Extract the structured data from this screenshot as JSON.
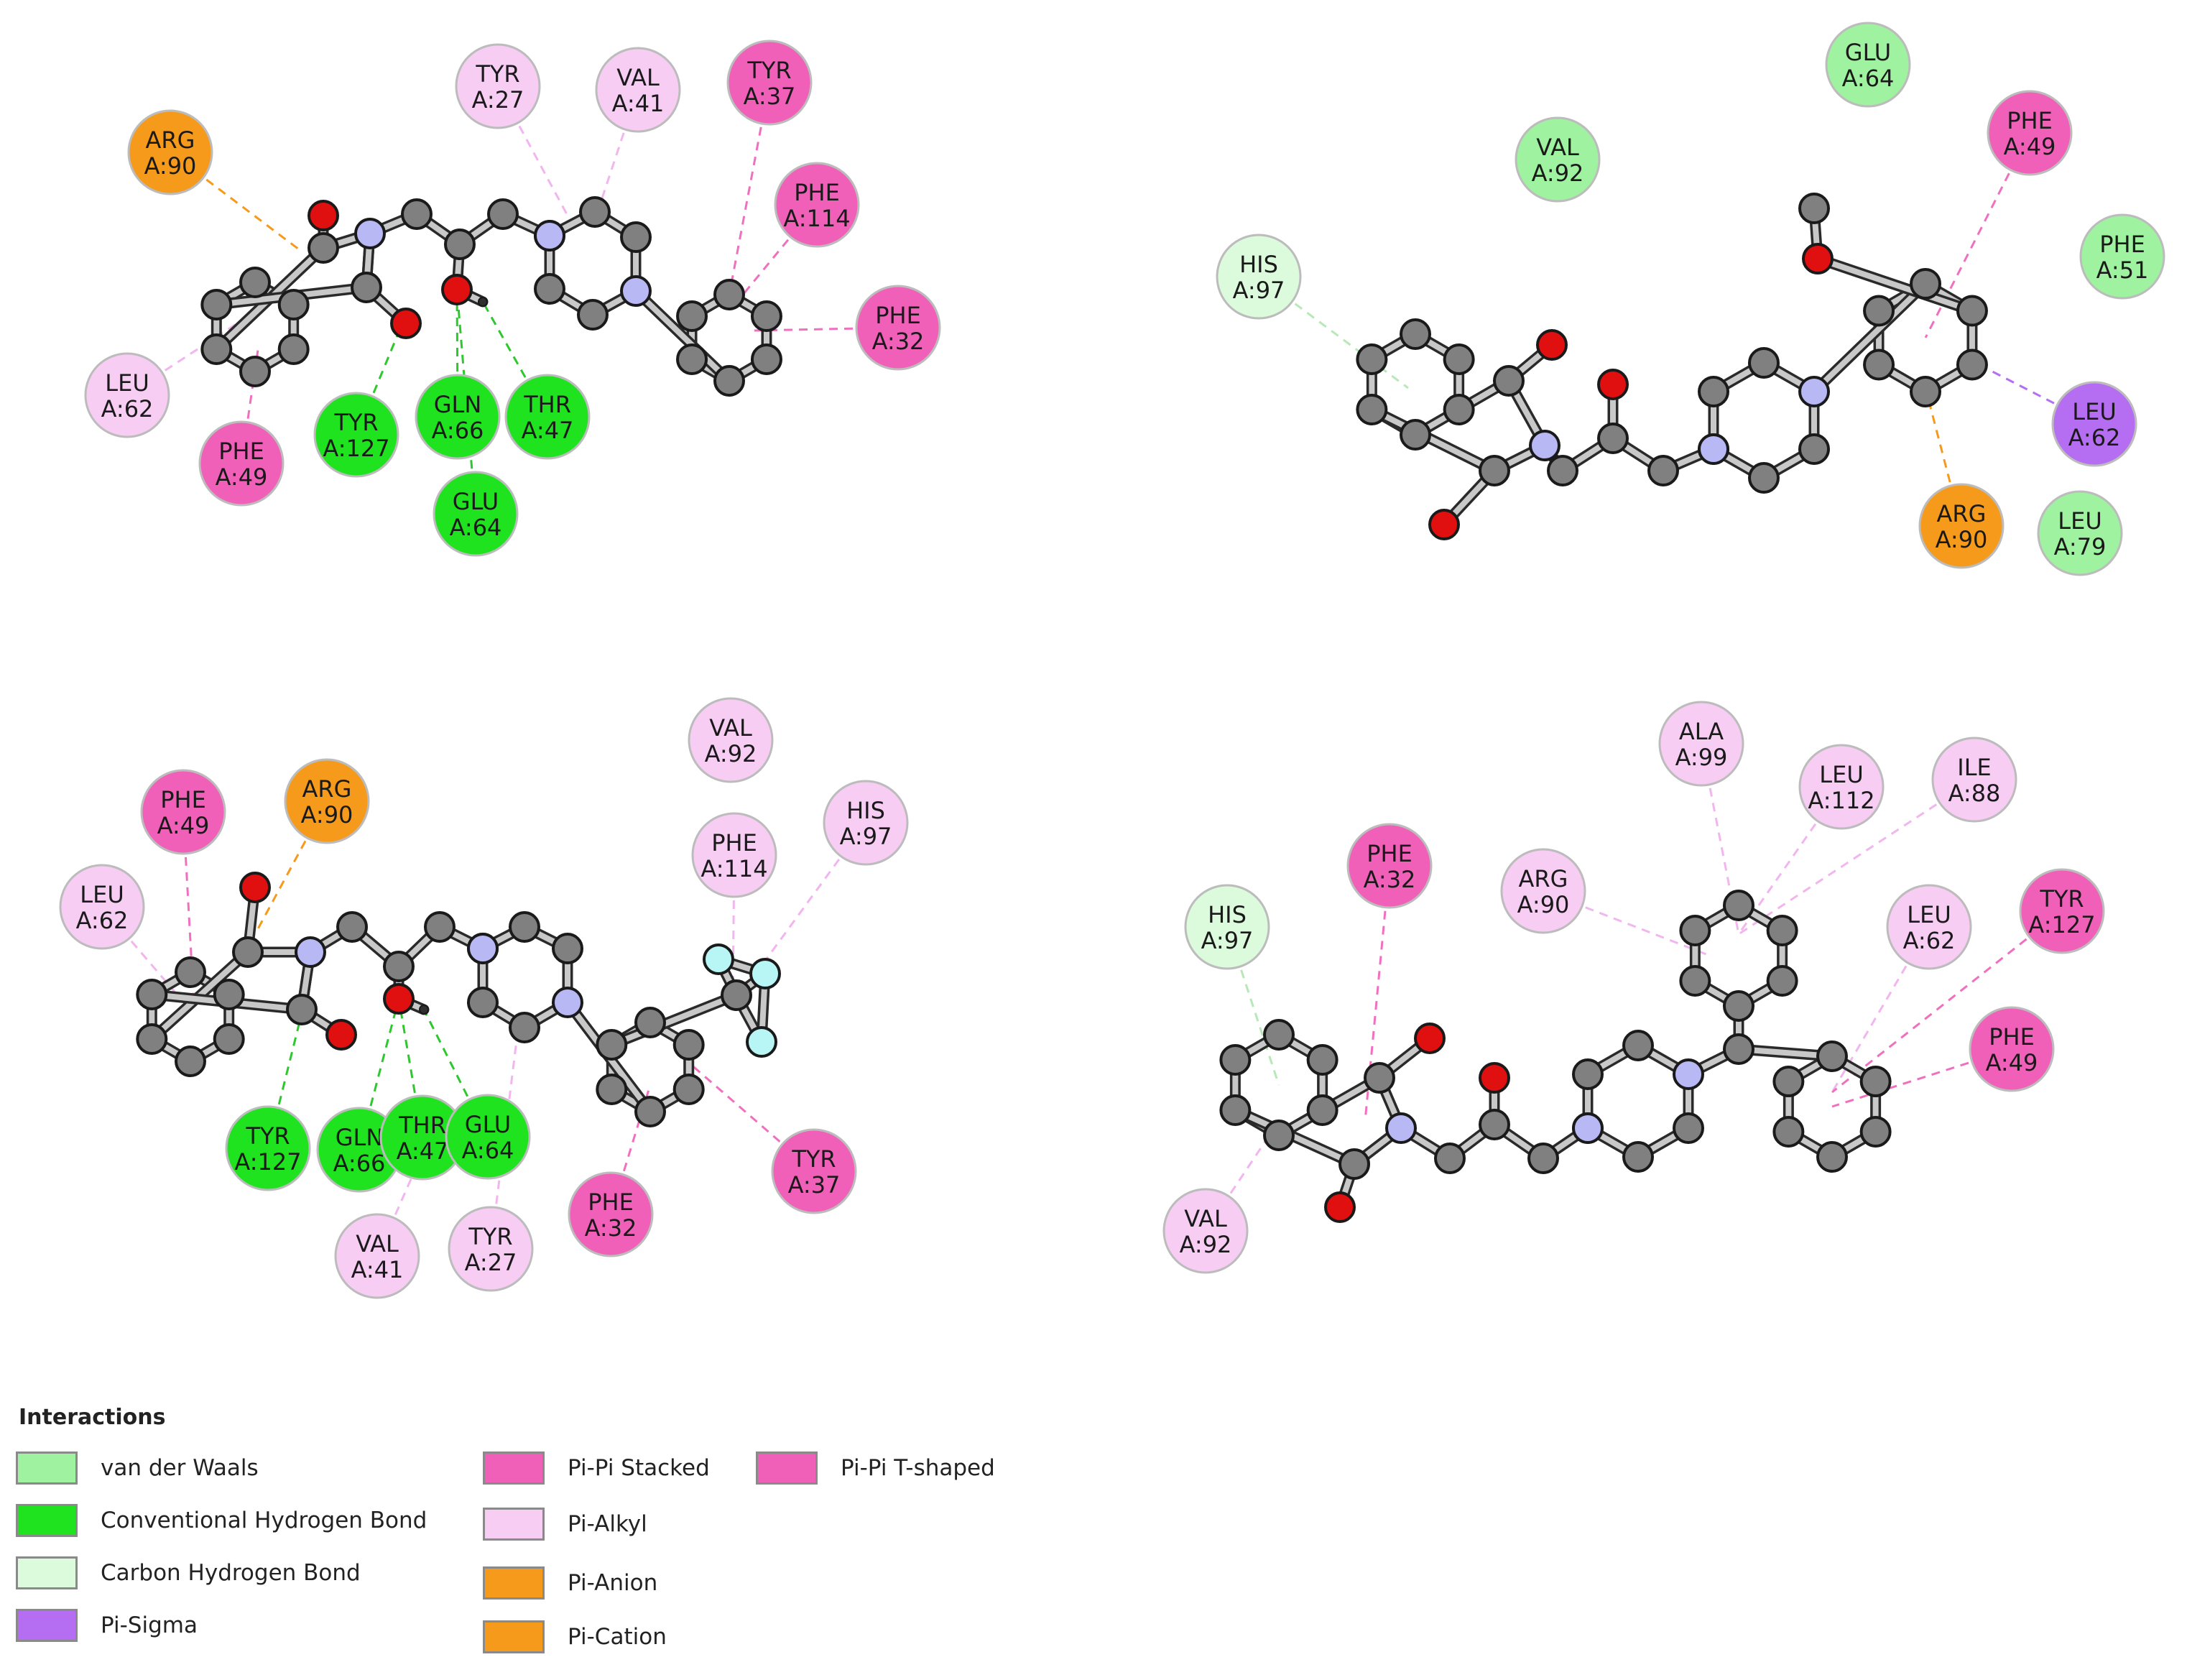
{
  "colors": {
    "van_der_waals": "#9ff29f",
    "conventional_hbond": "#1fe31f",
    "carbon_hbond": "#dcfadc",
    "pi_sigma": "#b56df2",
    "pi_pi_stacked": "#f060b8",
    "pi_pi_tshaped": "#f060b8",
    "pi_alkyl": "#f7cdf4",
    "pi_anion": "#f59a1a",
    "pi_cation": "#f59a1a",
    "carbon_atom": "#808080",
    "nitrogen_atom": "#b8b8f5",
    "oxygen_atom": "#e01010",
    "fluorine_atom": "#b8f5f5",
    "hydrogen_atom": "#303030"
  },
  "legend": {
    "title": "Interactions",
    "items": [
      {
        "key": "van_der_waals",
        "label": "van der Waals"
      },
      {
        "key": "conventional_hbond",
        "label": "Conventional Hydrogen Bond"
      },
      {
        "key": "carbon_hbond",
        "label": "Carbon Hydrogen Bond"
      },
      {
        "key": "pi_sigma",
        "label": "Pi-Sigma"
      },
      {
        "key": "pi_pi_stacked",
        "label": "Pi-Pi Stacked"
      },
      {
        "key": "pi_alkyl",
        "label": "Pi-Alkyl"
      },
      {
        "key": "pi_anion",
        "label": "Pi-Anion"
      },
      {
        "key": "pi_cation",
        "label": "Pi-Cation"
      },
      {
        "key": "pi_pi_tshaped",
        "label": "Pi-Pi T-shaped"
      }
    ]
  },
  "panels": [
    {
      "residues": [
        {
          "name": "ARG",
          "id": "A:90",
          "type": "pi_anion"
        },
        {
          "name": "TYR",
          "id": "A:27",
          "type": "pi_alkyl"
        },
        {
          "name": "VAL",
          "id": "A:41",
          "type": "pi_alkyl"
        },
        {
          "name": "TYR",
          "id": "A:37",
          "type": "pi_pi_tshaped"
        },
        {
          "name": "PHE",
          "id": "A:114",
          "type": "pi_pi_tshaped"
        },
        {
          "name": "PHE",
          "id": "A:32",
          "type": "pi_pi_tshaped"
        },
        {
          "name": "LEU",
          "id": "A:62",
          "type": "pi_alkyl"
        },
        {
          "name": "PHE",
          "id": "A:49",
          "type": "pi_pi_stacked"
        },
        {
          "name": "TYR",
          "id": "A:127",
          "type": "conventional_hbond"
        },
        {
          "name": "GLN",
          "id": "A:66",
          "type": "conventional_hbond"
        },
        {
          "name": "THR",
          "id": "A:47",
          "type": "conventional_hbond"
        },
        {
          "name": "GLU",
          "id": "A:64",
          "type": "conventional_hbond"
        }
      ]
    },
    {
      "residues": [
        {
          "name": "GLU",
          "id": "A:64",
          "type": "van_der_waals"
        },
        {
          "name": "VAL",
          "id": "A:92",
          "type": "van_der_waals"
        },
        {
          "name": "PHE",
          "id": "A:49",
          "type": "pi_pi_tshaped"
        },
        {
          "name": "HIS",
          "id": "A:97",
          "type": "carbon_hbond"
        },
        {
          "name": "PHE",
          "id": "A:51",
          "type": "van_der_waals"
        },
        {
          "name": "LEU",
          "id": "A:62",
          "type": "pi_sigma"
        },
        {
          "name": "ARG",
          "id": "A:90",
          "type": "pi_cation"
        },
        {
          "name": "LEU",
          "id": "A:79",
          "type": "van_der_waals"
        }
      ]
    },
    {
      "residues": [
        {
          "name": "VAL",
          "id": "A:92",
          "type": "pi_alkyl"
        },
        {
          "name": "PHE",
          "id": "A:49",
          "type": "pi_pi_stacked"
        },
        {
          "name": "ARG",
          "id": "A:90",
          "type": "pi_anion"
        },
        {
          "name": "PHE",
          "id": "A:114",
          "type": "pi_alkyl"
        },
        {
          "name": "HIS",
          "id": "A:97",
          "type": "pi_alkyl"
        },
        {
          "name": "LEU",
          "id": "A:62",
          "type": "pi_alkyl"
        },
        {
          "name": "TYR",
          "id": "A:127",
          "type": "conventional_hbond"
        },
        {
          "name": "GLN",
          "id": "A:66",
          "type": "conventional_hbond"
        },
        {
          "name": "THR",
          "id": "A:47",
          "type": "conventional_hbond"
        },
        {
          "name": "GLU",
          "id": "A:64",
          "type": "conventional_hbond"
        },
        {
          "name": "TYR",
          "id": "A:37",
          "type": "pi_pi_tshaped"
        },
        {
          "name": "PHE",
          "id": "A:32",
          "type": "pi_pi_tshaped"
        },
        {
          "name": "VAL",
          "id": "A:41",
          "type": "pi_alkyl"
        },
        {
          "name": "TYR",
          "id": "A:27",
          "type": "pi_alkyl"
        }
      ]
    },
    {
      "residues": [
        {
          "name": "ALA",
          "id": "A:99",
          "type": "pi_alkyl"
        },
        {
          "name": "LEU",
          "id": "A:112",
          "type": "pi_alkyl"
        },
        {
          "name": "ILE",
          "id": "A:88",
          "type": "pi_alkyl"
        },
        {
          "name": "PHE",
          "id": "A:32",
          "type": "pi_pi_tshaped"
        },
        {
          "name": "ARG",
          "id": "A:90",
          "type": "pi_alkyl"
        },
        {
          "name": "HIS",
          "id": "A:97",
          "type": "carbon_hbond"
        },
        {
          "name": "LEU",
          "id": "A:62",
          "type": "pi_alkyl"
        },
        {
          "name": "TYR",
          "id": "A:127",
          "type": "pi_pi_tshaped"
        },
        {
          "name": "PHE",
          "id": "A:49",
          "type": "pi_pi_tshaped"
        },
        {
          "name": "VAL",
          "id": "A:92",
          "type": "pi_alkyl"
        }
      ]
    }
  ]
}
